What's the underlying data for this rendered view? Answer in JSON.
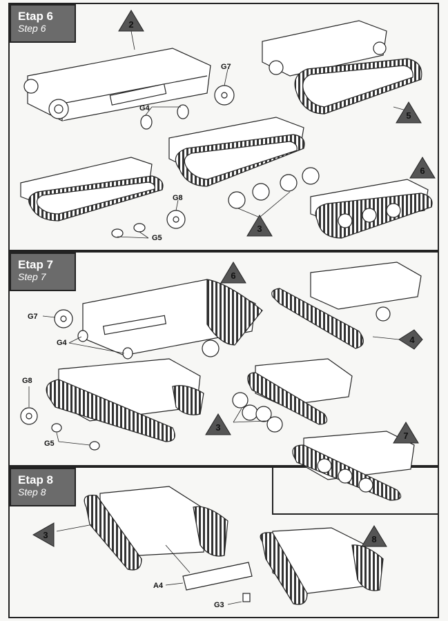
{
  "steps": [
    {
      "title": "Etap 6",
      "subtitle": "Step 6"
    },
    {
      "title": "Etap 7",
      "subtitle": "Step 7"
    },
    {
      "title": "Etap 8",
      "subtitle": "Step 8"
    }
  ],
  "step6": {
    "parts": [
      "G7",
      "G4",
      "G8",
      "G5"
    ],
    "triangles": [
      "2",
      "5",
      "6",
      "3"
    ]
  },
  "step7": {
    "parts": [
      "G7",
      "G4",
      "G8",
      "G5"
    ],
    "triangles": [
      "6",
      "4",
      "3",
      "7"
    ]
  },
  "step8": {
    "parts": [
      "A4",
      "G3"
    ],
    "triangles": [
      "3",
      "8"
    ]
  },
  "colors": {
    "label_bg": "#6b6b6b",
    "triangle": "#555555",
    "line": "#222222"
  }
}
